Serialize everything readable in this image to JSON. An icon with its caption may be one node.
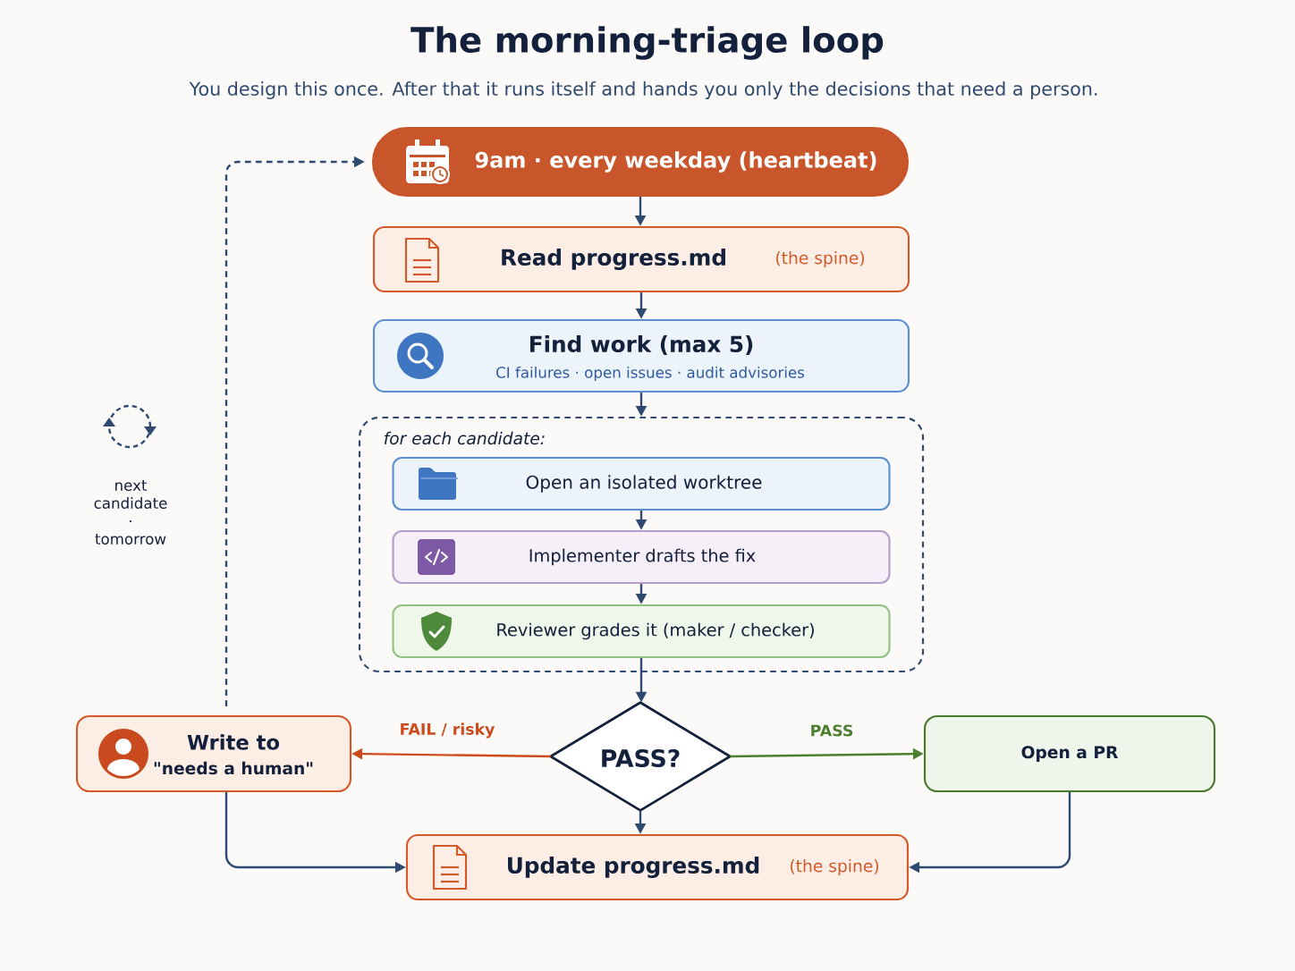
{
  "diagram": {
    "title": "The morning-triage loop",
    "caption": "You design this once. After that it runs itself and hands you only the decisions that need a person.",
    "nodes": [
      {
        "text": [
          "9am · every weekday (heartbeat)"
        ]
      },
      {
        "text": [
          "Read progress.md",
          "(the spine)"
        ]
      },
      {
        "text": [
          "Find work (max 5)",
          "CI failures · open issues · audit advisories"
        ]
      },
      {
        "text": [
          "for each candidate:"
        ]
      },
      {
        "text": [
          "Open an isolated worktree"
        ],
        "in": 3
      },
      {
        "text": [
          "Implementer drafts the fix"
        ],
        "in": 3
      },
      {
        "text": [
          "Reviewer grades it (maker / checker)"
        ],
        "in": 3
      },
      {
        "text": [
          "PASS?"
        ]
      },
      {
        "text": [
          "Write to",
          "\"needs a human\""
        ]
      },
      {
        "text": [
          "Open a PR"
        ]
      },
      {
        "text": [
          "Update progress.md",
          "(the spine)"
        ]
      }
    ],
    "edges": [
      {
        "from": 0,
        "to": 1,
        "arrow": "to"
      },
      {
        "from": 1,
        "to": 2,
        "arrow": "to"
      },
      {
        "from": 2,
        "to": 3,
        "arrow": "to"
      },
      {
        "from": 4,
        "to": 5,
        "arrow": "to"
      },
      {
        "from": 5,
        "to": 6,
        "arrow": "to"
      },
      {
        "from": 6,
        "to": 7,
        "arrow": "to"
      },
      {
        "from": 7,
        "to": 8,
        "arrow": "to",
        "label": "FAIL / risky",
        "color": "#cc4a1c"
      },
      {
        "from": 7,
        "to": 9,
        "arrow": "to",
        "label": "PASS",
        "color": "#4a7f2f"
      },
      {
        "from": 7,
        "to": 10,
        "arrow": "to"
      },
      {
        "from": 8,
        "to": 10,
        "arrow": "to"
      },
      {
        "from": 9,
        "to": 10,
        "arrow": "to"
      },
      {
        "from": 8,
        "to": 0,
        "arrow": "to",
        "style": "dashed"
      }
    ],
    "labels": [
      "next candidate · tomorrow"
    ]
  }
}
